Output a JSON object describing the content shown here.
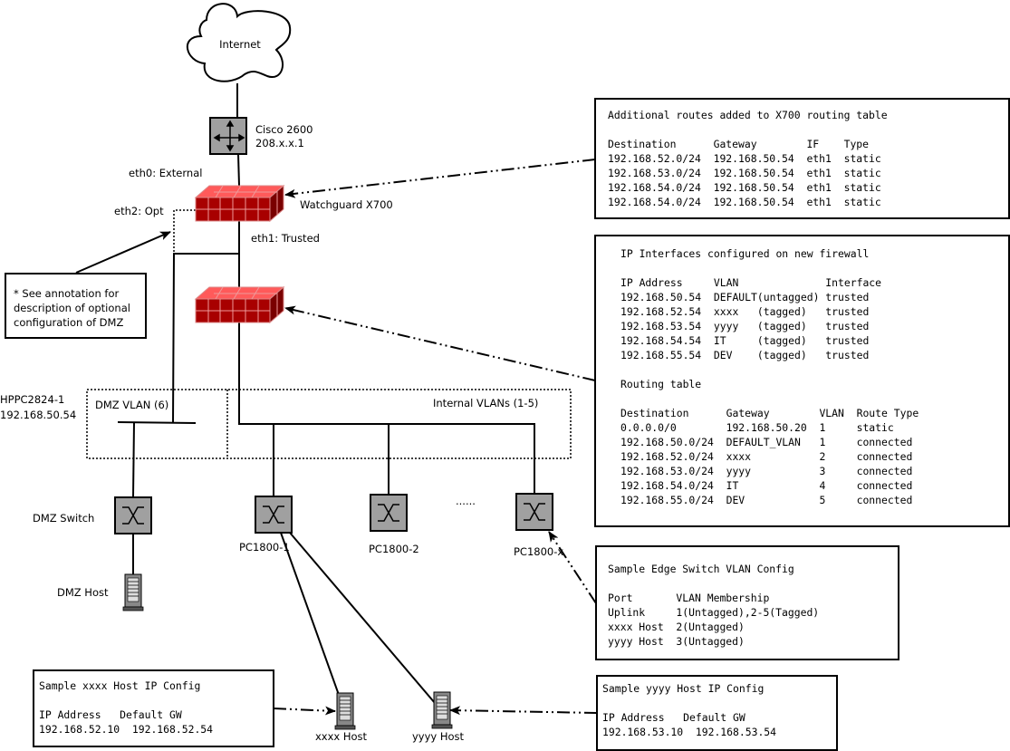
{
  "nodes": {
    "internet": "Internet",
    "router_name": "Cisco 2600",
    "router_ip": "208.x.x.1",
    "eth0": "eth0: External",
    "eth2": "eth2: Opt",
    "eth1": "eth1: Trusted",
    "firewall_name": "Watchguard X700",
    "core_switch_name": "HPPC2824-1",
    "core_switch_ip": "192.168.50.54",
    "dmz_vlan": "DMZ VLAN (6)",
    "internal_vlans": "Internal VLANs (1-5)",
    "dmz_switch": "DMZ Switch",
    "dmz_host": "DMZ Host",
    "pc1800_1": "PC1800-1",
    "pc1800_2": "PC1800-2",
    "pc1800_x": "PC1800-x",
    "ellipsis": "......",
    "xxxx_host": "xxxx Host",
    "yyyy_host": "yyyy Host"
  },
  "annotation": [
    "* See annotation for",
    "description of optional",
    "configuration of DMZ"
  ],
  "routes_box": [
    "Additional routes added to X700 routing table",
    "",
    "Destination      Gateway        IF    Type",
    "192.168.52.0/24  192.168.50.54  eth1  static",
    "192.168.53.0/24  192.168.50.54  eth1  static",
    "192.168.54.0/24  192.168.50.54  eth1  static",
    "192.168.54.0/24  192.168.50.54  eth1  static"
  ],
  "interfaces_box": [
    "IP Interfaces configured on new firewall",
    "",
    "IP Address     VLAN              Interface",
    "192.168.50.54  DEFAULT(untagged) trusted",
    "192.168.52.54  xxxx   (tagged)   trusted",
    "192.168.53.54  yyyy   (tagged)   trusted",
    "192.168.54.54  IT     (tagged)   trusted",
    "192.168.55.54  DEV    (tagged)   trusted",
    "",
    "Routing table",
    "",
    "Destination      Gateway        VLAN  Route Type",
    "0.0.0.0/0        192.168.50.20  1     static",
    "192.168.50.0/24  DEFAULT_VLAN   1     connected",
    "192.168.52.0/24  xxxx           2     connected",
    "192.168.53.0/24  yyyy           3     connected",
    "192.168.54.0/24  IT             4     connected",
    "192.168.55.0/24  DEV            5     connected"
  ],
  "edge_switch_box": [
    "Sample Edge Switch VLAN Config",
    "",
    "Port       VLAN Membership",
    "Uplink     1(Untagged),2-5(Tagged)",
    "xxxx Host  2(Untagged)",
    "yyyy Host  3(Untagged)"
  ],
  "xxxx_box": [
    "Sample xxxx Host IP Config",
    "",
    "IP Address   Default GW",
    "192.168.52.10  192.168.52.54"
  ],
  "yyyy_box": [
    "Sample yyyy Host IP Config",
    "",
    "IP Address   Default GW",
    "192.168.53.10  192.168.53.54"
  ],
  "colors": {
    "firewall_front": "#a80000",
    "firewall_top": "#ff5a5a",
    "firewall_side": "#7a0000",
    "device_gray": "#a0a0a0"
  }
}
